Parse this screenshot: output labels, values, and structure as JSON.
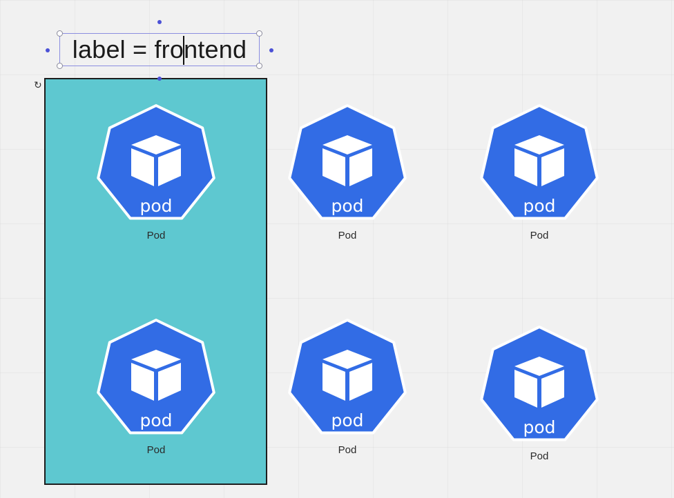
{
  "diagram": {
    "selected_text": "label = frontend",
    "pods": [
      {
        "icon_text": "pod",
        "caption": "Pod",
        "in_group": true
      },
      {
        "icon_text": "pod",
        "caption": "Pod",
        "in_group": false
      },
      {
        "icon_text": "pod",
        "caption": "Pod",
        "in_group": false
      },
      {
        "icon_text": "pod",
        "caption": "Pod",
        "in_group": true
      },
      {
        "icon_text": "pod",
        "caption": "Pod",
        "in_group": false
      },
      {
        "icon_text": "pod",
        "caption": "Pod",
        "in_group": false
      }
    ]
  },
  "colors": {
    "canvas_background": "#f1f1f1",
    "group_fill": "#5ec8d0",
    "pod_blue": "#326ce5",
    "selection_accent": "#4b51d6"
  },
  "icons": [
    "kubernetes-pod-icon",
    "cube-icon",
    "rotate-icon"
  ]
}
